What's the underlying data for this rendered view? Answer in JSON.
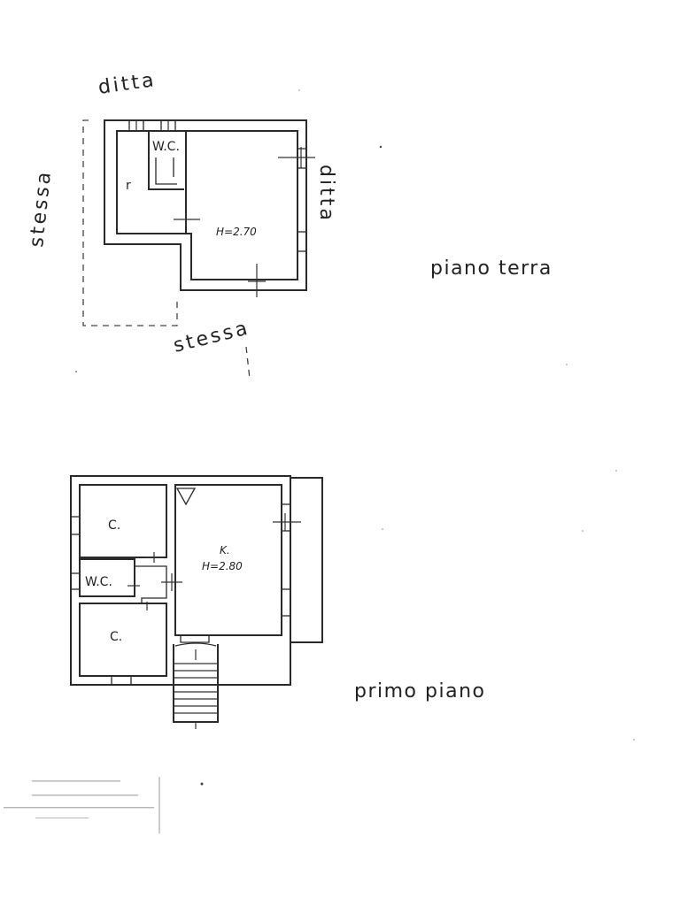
{
  "ground_floor": {
    "title": "piano terra",
    "bound_north": "ditta",
    "bound_east": "ditta",
    "bound_west": "stessa",
    "bound_south": "stessa",
    "rooms": [
      {
        "key": "wc",
        "label": "W.C."
      },
      {
        "key": "room_r",
        "label": "r"
      }
    ],
    "height": "H=2.70"
  },
  "first_floor": {
    "title": "primo piano",
    "rooms": [
      {
        "key": "c_top",
        "label": "C."
      },
      {
        "key": "wc",
        "label": "W.C."
      },
      {
        "key": "c_bottom",
        "label": "C."
      },
      {
        "key": "main",
        "label": "K."
      }
    ],
    "height": "H=2.80"
  }
}
